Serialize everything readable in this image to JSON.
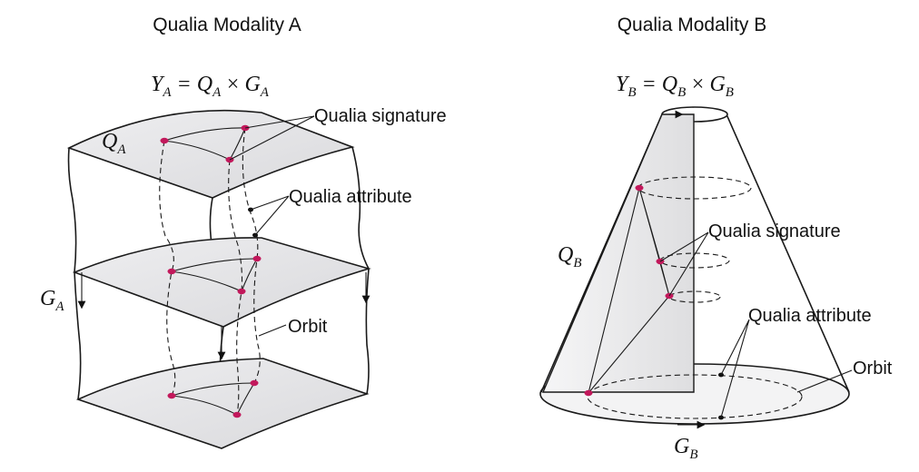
{
  "modality_a": {
    "title": "Qualia Modality A",
    "equation": {
      "y": "Y",
      "y_sub": "A",
      "eq": "=",
      "q": "Q",
      "q_sub": "A",
      "times": "×",
      "g": "G",
      "g_sub": "A"
    },
    "fiber_label": {
      "main": "Q",
      "sub": "A"
    },
    "group_label": {
      "main": "G",
      "sub": "A"
    },
    "callout_signature": "Qualia signature",
    "callout_attribute": "Qualia attribute",
    "callout_orbit": "Orbit"
  },
  "modality_b": {
    "title": "Qualia Modality B",
    "equation": {
      "y": "Y",
      "y_sub": "B",
      "eq": "=",
      "q": "Q",
      "q_sub": "B",
      "times": "×",
      "g": "G",
      "g_sub": "B"
    },
    "fiber_label": {
      "main": "Q",
      "sub": "B"
    },
    "group_label": {
      "main": "G",
      "sub": "B"
    },
    "callout_signature": "Qualia signature",
    "callout_attribute": "Qualia attribute",
    "callout_orbit": "Orbit"
  },
  "colors": {
    "signature_point": "#c2185b",
    "attribute_point": "#111111",
    "surface_fill": "#e4e4e6"
  }
}
